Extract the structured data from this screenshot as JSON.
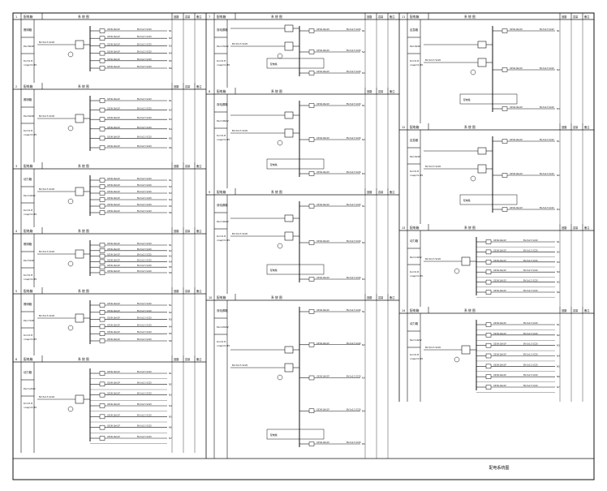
{
  "drawing": {
    "caption": "配电系统图",
    "line_color": "#111111",
    "background": "#ffffff"
  },
  "panels": [
    {
      "id": "L1",
      "title": "配电箱",
      "header": "系 统 图",
      "cols": [
        "回路",
        "容量",
        "备注"
      ],
      "name": "照明箱",
      "spec": "Pe=8kW",
      "feeders": 6,
      "kind": "small"
    },
    {
      "id": "L2",
      "title": "配电箱",
      "header": "系 统 图",
      "cols": [
        "回路",
        "容量",
        "备注"
      ],
      "name": "照明箱",
      "spec": "Pe=6kW",
      "feeders": 6,
      "kind": "small"
    },
    {
      "id": "L3",
      "title": "配电箱",
      "header": "系 统 图",
      "cols": [
        "回路",
        "容量",
        "备注"
      ],
      "name": "动力箱",
      "spec": "Pe=10kW",
      "feeders": 6,
      "kind": "small"
    },
    {
      "id": "L4",
      "title": "配电箱",
      "header": "系 统 图",
      "cols": [
        "回路",
        "容量",
        "备注"
      ],
      "name": "照明箱",
      "spec": "Pe=5kW",
      "feeders": 6,
      "kind": "small"
    },
    {
      "id": "L5",
      "title": "配电箱",
      "header": "系 统 图",
      "cols": [
        "回路",
        "容量",
        "备注"
      ],
      "name": "照明箱",
      "spec": "Pe=7kW",
      "feeders": 6,
      "kind": "small"
    },
    {
      "id": "L6",
      "title": "配电箱",
      "header": "系 统 图",
      "cols": [
        "回路",
        "容量",
        "备注"
      ],
      "name": "动力箱",
      "spec": "Pe=12kW",
      "feeders": 7,
      "kind": "table"
    },
    {
      "id": "M1",
      "title": "配电箱",
      "header": "系 统 图",
      "cols": [
        "回路",
        "容量",
        "备注"
      ],
      "name": "双电源箱",
      "spec": "Pe=15kW",
      "feeders": 3,
      "kind": "dual"
    },
    {
      "id": "M2",
      "title": "配电箱",
      "header": "系 统 图",
      "cols": [
        "回路",
        "容量",
        "备注"
      ],
      "name": "双电源箱",
      "spec": "Pe=18kW",
      "feeders": 3,
      "kind": "dual"
    },
    {
      "id": "M3",
      "title": "配电箱",
      "header": "系 统 图",
      "cols": [
        "回路",
        "容量",
        "备注"
      ],
      "name": "双电源箱",
      "spec": "Pe=16kW",
      "feeders": 3,
      "kind": "dual"
    },
    {
      "id": "M4",
      "title": "配电箱",
      "header": "系 统 图",
      "cols": [
        "回路",
        "容量",
        "备注"
      ],
      "name": "双电源箱",
      "spec": "Pe=20kW",
      "feeders": 5,
      "kind": "dual"
    },
    {
      "id": "R1",
      "title": "配电箱",
      "header": "系 统 图",
      "cols": [
        "回路",
        "容量",
        "备注"
      ],
      "name": "应急箱",
      "spec": "Pe=9kW",
      "feeders": 3,
      "kind": "dual"
    },
    {
      "id": "R2",
      "title": "配电箱",
      "header": "系 统 图",
      "cols": [
        "回路",
        "容量",
        "备注"
      ],
      "name": "应急箱",
      "spec": "Pe=9kW",
      "feeders": 3,
      "kind": "dual"
    },
    {
      "id": "R3",
      "title": "配电箱",
      "header": "系 统 图",
      "cols": [
        "回路",
        "容量",
        "备注"
      ],
      "name": "动力箱",
      "spec": "Pe=14kW",
      "feeders": 6,
      "kind": "table"
    },
    {
      "id": "R4",
      "title": "配电箱",
      "header": "系 统 图",
      "cols": [
        "回路",
        "容量",
        "备注"
      ],
      "name": "动力箱",
      "spec": "Pe=14kW",
      "feeders": 7,
      "kind": "table"
    }
  ],
  "feeder_label": "BV-3x2.5 SC20",
  "breaker_label": "C65N-16A/1P",
  "box_label": "配电箱"
}
